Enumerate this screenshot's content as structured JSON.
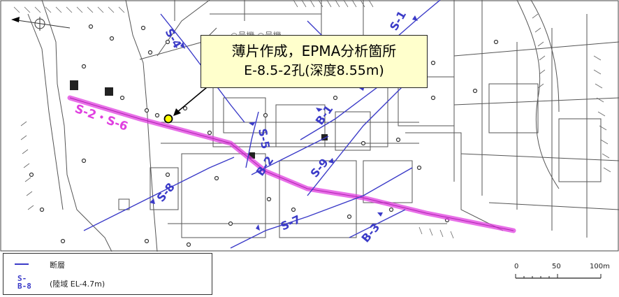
{
  "callout": {
    "line1": "薄片作成，EPMA分析箇所",
    "line2": "E-8.5-2孔(深度8.55m)"
  },
  "map_labels": {
    "fault_main": "S-2・S-6",
    "f_s1": "S-1",
    "f_s4": "S-4",
    "f_s5": "S-5",
    "f_s7": "S-7",
    "f_s8": "S-8",
    "f_s9": "S-9",
    "f_b1": "B-1",
    "f_b2": "B-2",
    "f_b3": "B-3",
    "building": "○号機 ○号機"
  },
  "legend": {
    "fault_label": "断層",
    "code_top": "S-",
    "code_bottom": "B-8",
    "code_note": "(陸域 EL-4.7m)"
  },
  "scale": {
    "t0": "0",
    "t50": "50",
    "t100": "100m"
  },
  "colors": {
    "fault_blue": "#3b3bc8",
    "main_fault_magenta": "#e040e0",
    "callout_fill": "#ffffcc",
    "marker_yellow": "#ffff00"
  },
  "icons": [
    "north-arrow-icon",
    "location-marker-icon"
  ]
}
